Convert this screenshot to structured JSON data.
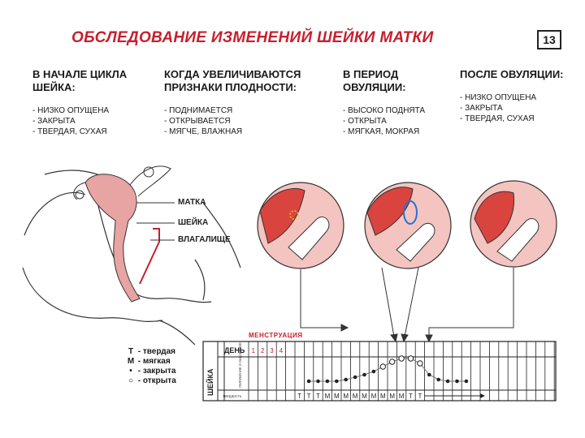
{
  "header": {
    "title": "ОБСЛЕДОВАНИЕ ИЗМЕНЕНИЙ ШЕЙКИ МАТКИ",
    "page_number": "13"
  },
  "columns": [
    {
      "heading": "В НАЧАЛЕ ЦИКЛА ШЕЙКА:",
      "items": [
        "НИЗКО ОПУЩЕНА",
        "ЗАКРЫТА",
        "ТВЕРДАЯ, СУХАЯ"
      ]
    },
    {
      "heading": "КОГДА УВЕЛИЧИВАЮТСЯ ПРИЗНАКИ ПЛОДНОСТИ:",
      "items": [
        "ПОДНИМАЕТСЯ",
        "ОТКРЫВАЕТСЯ",
        "МЯГЧЕ, ВЛАЖНАЯ"
      ]
    },
    {
      "heading": "В ПЕРИОД ОВУЛЯЦИИ:",
      "items": [
        "ВЫСОКО ПОДНЯТА",
        "ОТКРЫТА",
        "МЯГКАЯ, МОКРАЯ"
      ]
    },
    {
      "heading": "ПОСЛЕ ОВУЛЯЦИИ:",
      "items": [
        "НИЗКО ОПУЩЕНА",
        "ЗАКРЫТА",
        "ТВЕРДАЯ, СУХАЯ"
      ]
    }
  ],
  "anatomy_labels": {
    "uterus": "МАТКА",
    "cervix": "ШЕЙКА",
    "vagina": "ВЛАГАЛИЩЕ"
  },
  "legend": [
    {
      "symbol": "Т",
      "text": "- твердая"
    },
    {
      "symbol": "М",
      "text": "- мягкая"
    },
    {
      "symbol": "•",
      "text": "- закрыта"
    },
    {
      "symbol": "○",
      "text": "- открыта"
    }
  ],
  "chart": {
    "menstruation_label": "МЕНСТРУАЦИЯ",
    "day_label": "ДЕНЬ",
    "side_label": "ШЕЙКА",
    "row_label_position": "положение и ощущение",
    "row_label_firmness": "твердость",
    "days": [
      "1",
      "2",
      "3",
      "4"
    ],
    "firmness": [
      "Т",
      "Т",
      "Т",
      "М",
      "М",
      "М",
      "М",
      "М",
      "М",
      "М",
      "М",
      "М",
      "Т",
      "Т"
    ],
    "menses_color": "#c81e2d"
  },
  "colors": {
    "accent": "#c81e2d",
    "tissue": "#e8a3a3",
    "tissue_dark": "#d9443f",
    "sperm": "#2b6fd1",
    "os": "#f0c020"
  }
}
